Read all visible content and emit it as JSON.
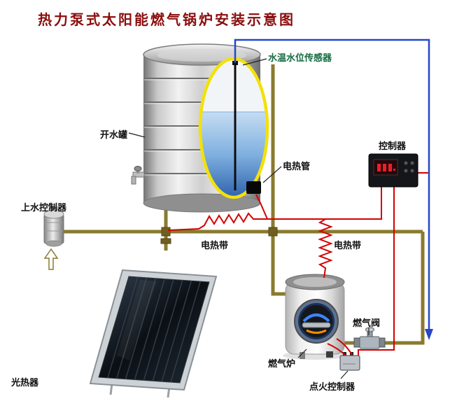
{
  "title": "热力泵式太阳能燃气锅炉安装示意图",
  "labels": {
    "sensor": "水温水位传感器",
    "boiling_tank": "开水罐",
    "heating_tube": "电热管",
    "controller": "控制器",
    "water_supply_controller": "上水控制器",
    "heating_tape_left": "电热带",
    "heating_tape_right": "电热带",
    "gas_valve": "燃气阀",
    "gas_furnace": "燃气炉",
    "ignition_controller": "点火控制器",
    "solar_collector": "光热器"
  },
  "colors": {
    "title_text": "#8b0d0d",
    "sensor_label_text": "#156b3f",
    "pipe": "#8a7a2e",
    "heating_wire": "#d40000",
    "cold_water_wire": "#2547c9",
    "cutaway_ring": "#f3e10a"
  },
  "icons": {
    "cold_water_flow_arrow": "arrow-down",
    "supply_flow_arrow": "arrow-up"
  }
}
